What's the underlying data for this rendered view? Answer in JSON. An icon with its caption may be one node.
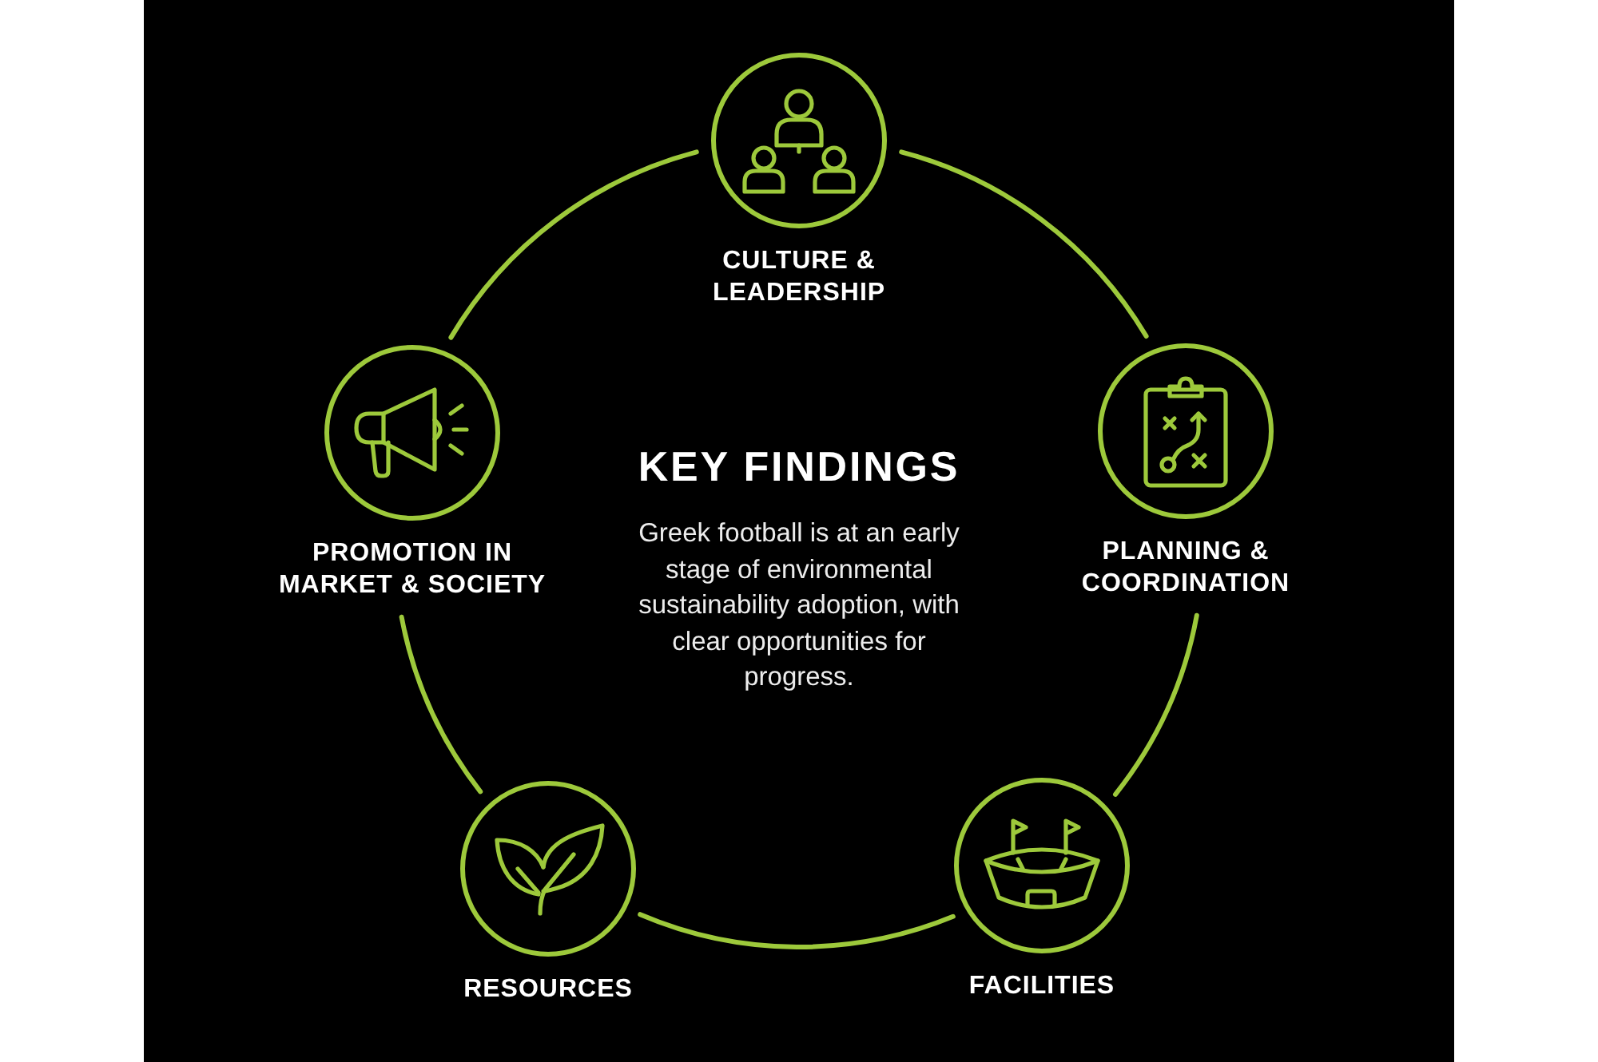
{
  "diagram": {
    "title": "KEY FINDINGS",
    "nodes": [
      {
        "text": [
          "CULTURE & LEADERSHIP"
        ]
      },
      {
        "text": [
          "PROMOTION IN MARKET & SOCIETY"
        ]
      },
      {
        "text": [
          "PLANNING & COORDINATION"
        ]
      },
      {
        "text": [
          "RESOURCES"
        ]
      },
      {
        "text": [
          "FACILITIES"
        ]
      }
    ],
    "edges": [
      {
        "from": 0,
        "to": 2,
        "arrow": "none"
      },
      {
        "from": 2,
        "to": 4,
        "arrow": "none"
      },
      {
        "from": 4,
        "to": 3,
        "arrow": "none"
      },
      {
        "from": 3,
        "to": 1,
        "arrow": "none"
      },
      {
        "from": 1,
        "to": 0,
        "arrow": "none"
      }
    ],
    "labels": [
      "Greek football is at an early stage of environmental sustainability adoption, with clear opportunities for progress."
    ]
  }
}
